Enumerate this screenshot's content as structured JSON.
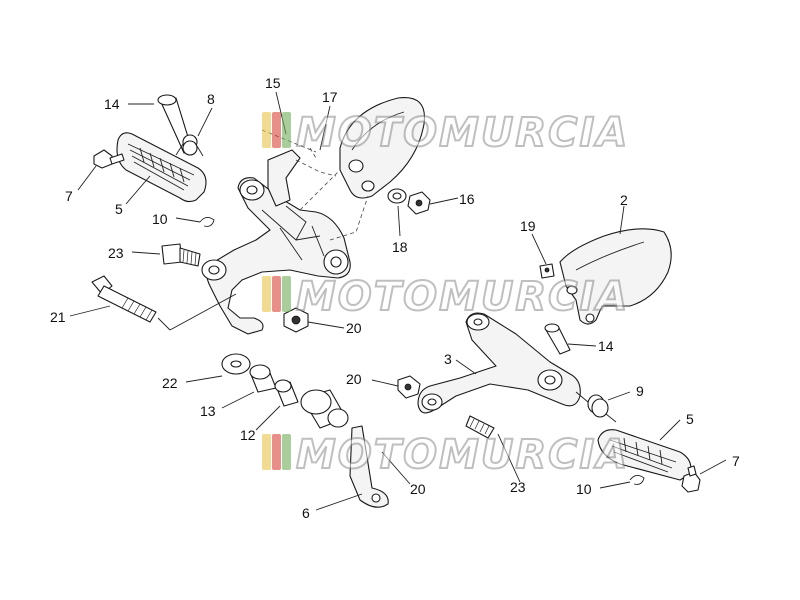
{
  "watermark": {
    "text": "MOTOMURCIA",
    "flag_colors": [
      "#e8c24a",
      "#d9453b",
      "#6fae5a"
    ]
  },
  "callouts": {
    "c14a": "14",
    "c8": "8",
    "c15": "15",
    "c17": "17",
    "c7a": "7",
    "c5a": "5",
    "c10a": "10",
    "c16": "16",
    "c18": "18",
    "c23a": "23",
    "c2": "2",
    "c19": "19",
    "c21": "21",
    "c20a": "20",
    "c14b": "14",
    "c3": "3",
    "c22": "22",
    "c20b": "20",
    "c9": "9",
    "c13": "13",
    "c5b": "5",
    "c12": "12",
    "c7b": "7",
    "c20c": "20",
    "c23b": "23",
    "c10b": "10",
    "c6": "6"
  }
}
